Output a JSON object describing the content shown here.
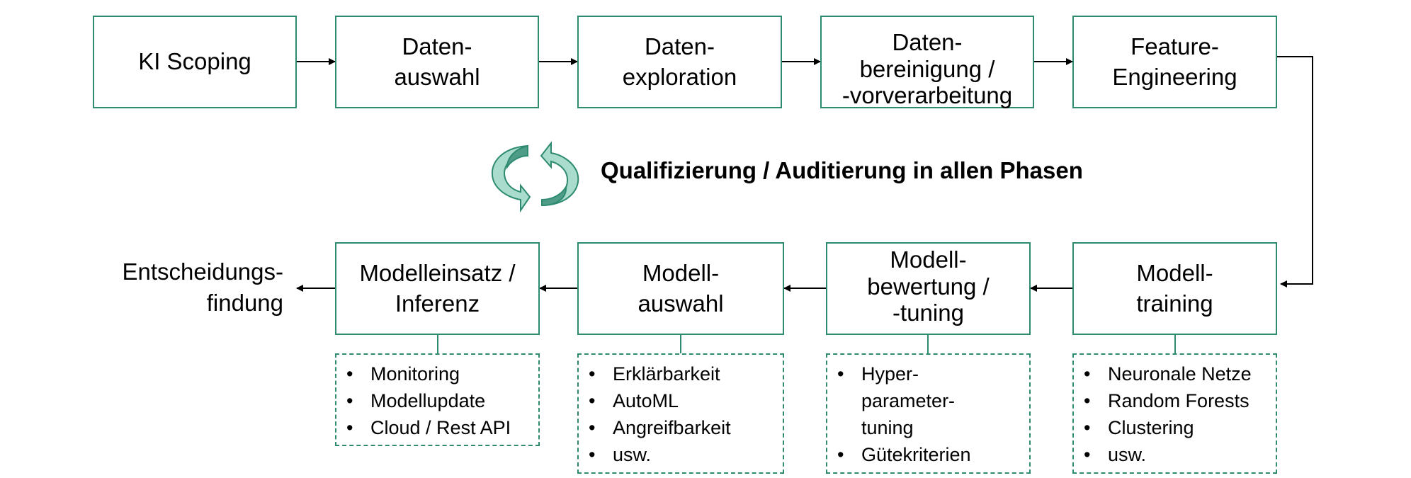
{
  "colors": {
    "box_border": "#2e8b70",
    "cycle_dark": "#4f9d88",
    "cycle_light": "#a9dccd"
  },
  "top_row": [
    {
      "lines": [
        "KI Scoping"
      ]
    },
    {
      "lines": [
        "Daten-",
        "auswahl"
      ]
    },
    {
      "lines": [
        "Daten-",
        "exploration"
      ]
    },
    {
      "lines": [
        "Daten-",
        "bereinigung /",
        "-vorverarbeitung"
      ]
    },
    {
      "lines": [
        "Feature-",
        "Engineering"
      ]
    }
  ],
  "center_label": "Qualifizierung / Auditierung in allen Phasen",
  "cycle_icon": "cycle-arrows-icon",
  "bottom_row": [
    {
      "lines": [
        "Modelleinsatz /",
        "Inferenz"
      ]
    },
    {
      "lines": [
        "Modell-",
        "auswahl"
      ]
    },
    {
      "lines": [
        "Modell-",
        "bewertung /",
        "-tuning"
      ]
    },
    {
      "lines": [
        "Modell-",
        "training"
      ]
    }
  ],
  "outcome": {
    "lines": [
      "Entscheidungs-",
      "findung"
    ]
  },
  "notes": [
    {
      "items": [
        "Monitoring",
        "Modellupdate",
        "Cloud / Rest API"
      ]
    },
    {
      "items": [
        "Erklärbarkeit",
        "AutoML",
        "Angreifbarkeit",
        "usw."
      ]
    },
    {
      "items": [
        "Hyper-",
        "parameter-",
        "tuning",
        "Gütekriterien"
      ]
    },
    {
      "items": [
        "Neuronale Netze",
        "Random Forests",
        "Clustering",
        "usw."
      ]
    }
  ]
}
